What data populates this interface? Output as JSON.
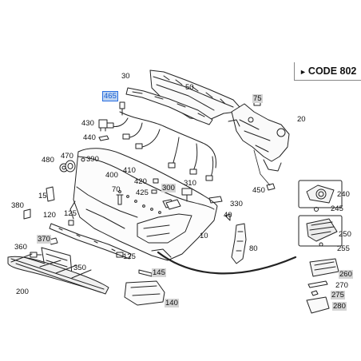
{
  "header": {
    "code_label": "CODE 802"
  },
  "part_numbers": [
    {
      "id": "p30",
      "text": "30",
      "style": "plain"
    },
    {
      "id": "p50",
      "text": "50",
      "style": "plain"
    },
    {
      "id": "p465",
      "text": "465",
      "style": "blue"
    },
    {
      "id": "p75",
      "text": "75",
      "style": "grey"
    },
    {
      "id": "p20",
      "text": "20",
      "style": "plain"
    },
    {
      "id": "p430",
      "text": "430",
      "style": "plain"
    },
    {
      "id": "p440",
      "text": "440",
      "style": "plain"
    },
    {
      "id": "p480",
      "text": "480",
      "style": "plain"
    },
    {
      "id": "p470",
      "text": "470",
      "style": "plain"
    },
    {
      "id": "p390",
      "text": "390",
      "style": "plain"
    },
    {
      "id": "p400",
      "text": "400",
      "style": "plain"
    },
    {
      "id": "p410",
      "text": "410",
      "style": "plain"
    },
    {
      "id": "p15",
      "text": "15",
      "style": "plain"
    },
    {
      "id": "p70",
      "text": "70",
      "style": "plain"
    },
    {
      "id": "p420",
      "text": "420",
      "style": "plain"
    },
    {
      "id": "p425",
      "text": "425",
      "style": "plain"
    },
    {
      "id": "p300",
      "text": "300",
      "style": "grey"
    },
    {
      "id": "p310",
      "text": "310",
      "style": "plain"
    },
    {
      "id": "p450",
      "text": "450",
      "style": "plain"
    },
    {
      "id": "p240",
      "text": "240",
      "style": "plain"
    },
    {
      "id": "p245",
      "text": "245",
      "style": "plain"
    },
    {
      "id": "p380",
      "text": "380",
      "style": "plain"
    },
    {
      "id": "p120",
      "text": "120",
      "style": "plain"
    },
    {
      "id": "p125a",
      "text": "125",
      "style": "plain"
    },
    {
      "id": "p330",
      "text": "330",
      "style": "plain"
    },
    {
      "id": "p40",
      "text": "40",
      "style": "plain"
    },
    {
      "id": "p370",
      "text": "370",
      "style": "grey"
    },
    {
      "id": "p10",
      "text": "10",
      "style": "plain"
    },
    {
      "id": "p250",
      "text": "250",
      "style": "plain"
    },
    {
      "id": "p350",
      "text": "350",
      "style": "plain"
    },
    {
      "id": "p255",
      "text": "255",
      "style": "plain"
    },
    {
      "id": "p360",
      "text": "360",
      "style": "plain"
    },
    {
      "id": "p125b",
      "text": "125",
      "style": "plain"
    },
    {
      "id": "p80",
      "text": "80",
      "style": "plain"
    },
    {
      "id": "p260",
      "text": "260",
      "style": "grey"
    },
    {
      "id": "p270",
      "text": "270",
      "style": "plain"
    },
    {
      "id": "p145",
      "text": "145",
      "style": "grey"
    },
    {
      "id": "p275",
      "text": "275",
      "style": "grey"
    },
    {
      "id": "p200",
      "text": "200",
      "style": "plain"
    },
    {
      "id": "p280",
      "text": "280",
      "style": "grey"
    },
    {
      "id": "p140",
      "text": "140",
      "style": "grey"
    }
  ]
}
